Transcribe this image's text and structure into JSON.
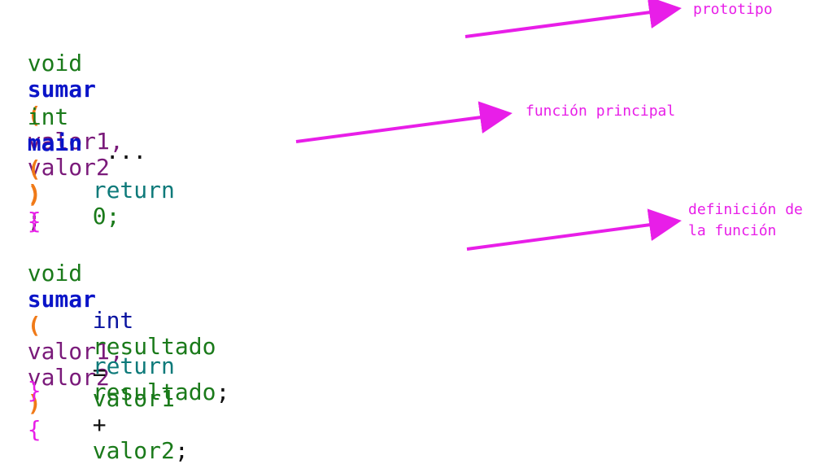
{
  "code": {
    "line1": {
      "type": "void",
      "name": "sumar",
      "open_paren": "(",
      "param1": "valor1",
      "comma": ",",
      "param2": "valor2",
      "close_paren": ")",
      "semicolon": ";"
    },
    "line2": {
      "type": "int",
      "name": "main",
      "open_paren": "(",
      "close_paren": ")",
      "open_brace": "{"
    },
    "line3": {
      "ellipsis": "..."
    },
    "line4": {
      "keyword": "return",
      "value": "0;"
    },
    "line5": {
      "close_brace": "}"
    },
    "line6": {
      "type": "void",
      "name": "sumar",
      "open_paren": "(",
      "param1": "valor1",
      "comma": ",",
      "param2": "valor2",
      "close_paren": ")",
      "open_brace": "{"
    },
    "line7": {
      "type": "int",
      "var": "resultado",
      "assign": "=",
      "operand1": "valor1",
      "plus": "+",
      "operand2": "valor2",
      "semicolon": ";"
    },
    "line8": {
      "keyword": "return",
      "value": "resultado",
      "semicolon": ";"
    },
    "line9": {
      "close_brace": "}"
    }
  },
  "annotations": {
    "prototype": "prototipo",
    "main_function": "función principal",
    "definition_line1": "definición de",
    "definition_line2": "la función"
  },
  "colors": {
    "annotation": "#e81ee8",
    "type_keyword": "#1a7a1a",
    "function_name": "#0a14c8",
    "paren": "#f07a18",
    "param": "#7a1a7a",
    "return_keyword": "#0e7a7a"
  }
}
